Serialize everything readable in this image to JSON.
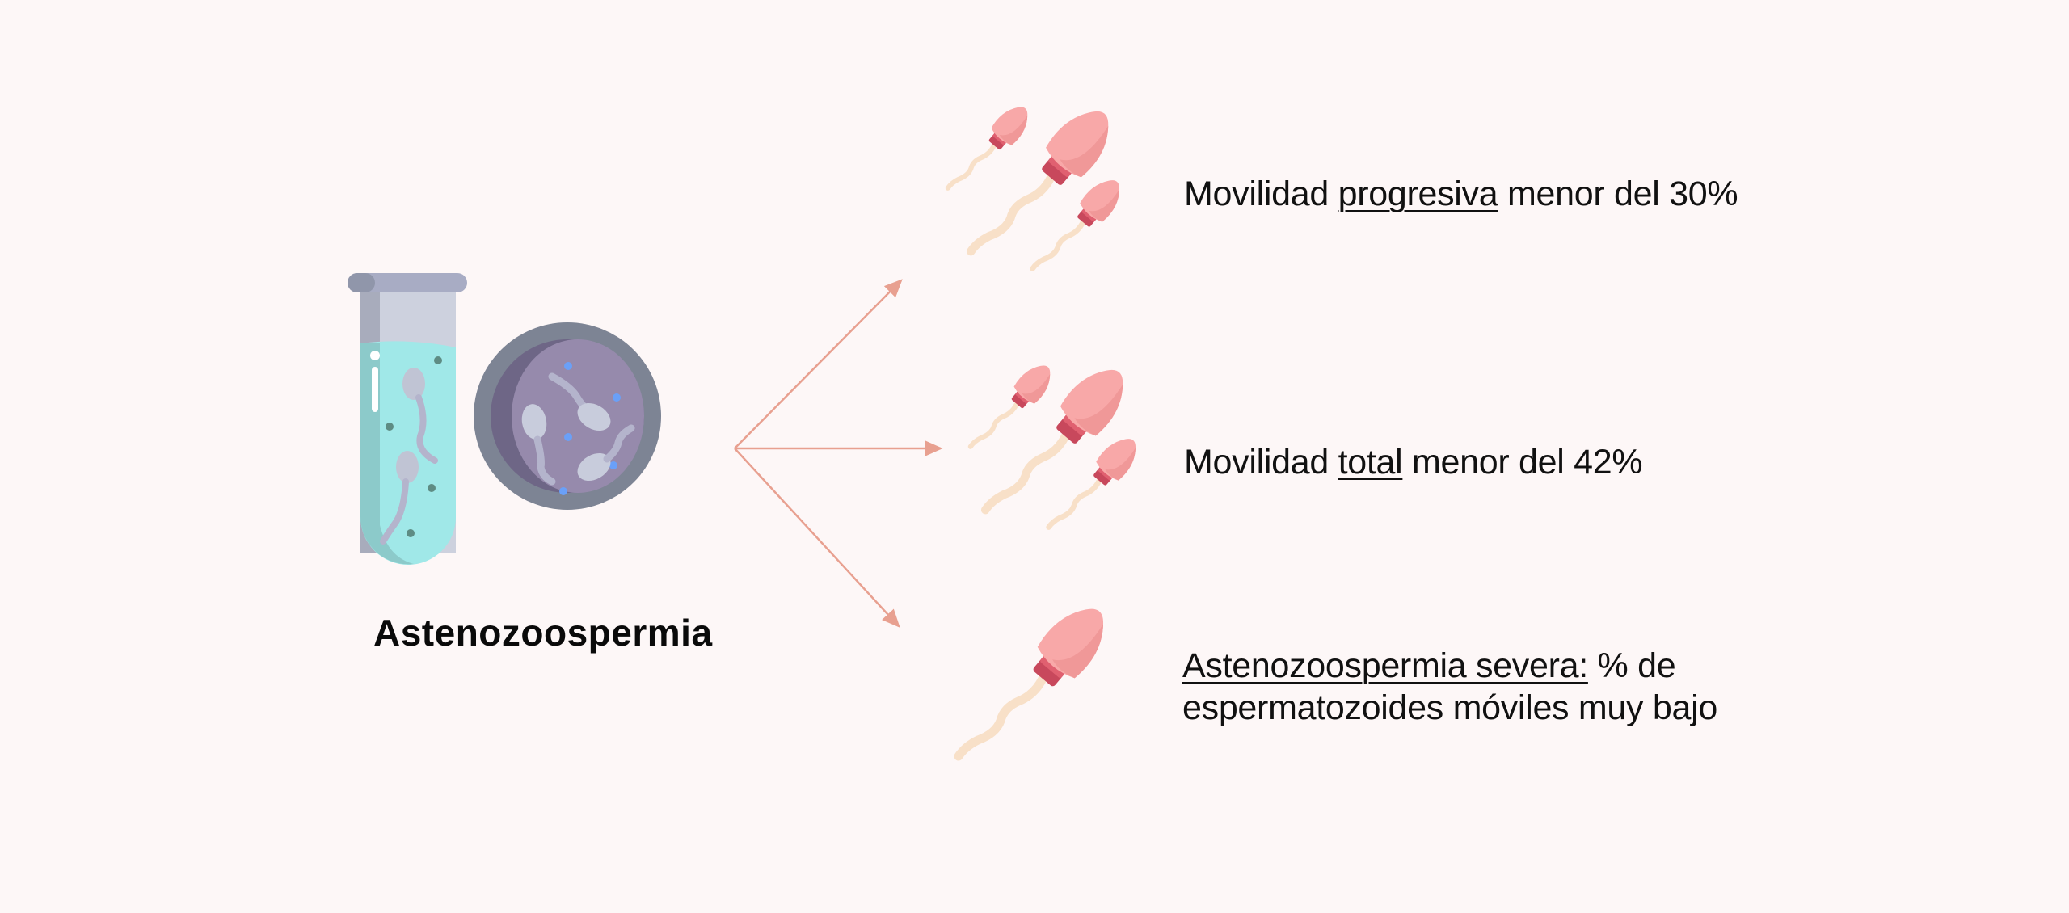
{
  "title": "Astenozoospermia",
  "colors": {
    "background": "#fdf7f7",
    "arrow": "#e8a090",
    "tube_liquid": "#a0e8e8",
    "tube_glass": "#cdd1de",
    "dish_rim": "#7d8494",
    "dish_inner": "#968aac",
    "sperm_head": "#f8a8a8",
    "sperm_neck": "#c8485c",
    "sperm_tail": "#f8e0c8"
  },
  "items": [
    {
      "prefix": "Movilidad ",
      "underlined": "progresiva",
      "suffix": " menor del 30%",
      "icon": "three-sperm-icon"
    },
    {
      "prefix": "Movilidad ",
      "underlined": "total",
      "suffix": " menor del 42%",
      "icon": "three-sperm-icon"
    },
    {
      "prefix": "",
      "underlined": "Astenozoospermia severa:",
      "suffix": " % de",
      "line2": "espermatozoides móviles muy bajo",
      "icon": "single-sperm-icon"
    }
  ]
}
